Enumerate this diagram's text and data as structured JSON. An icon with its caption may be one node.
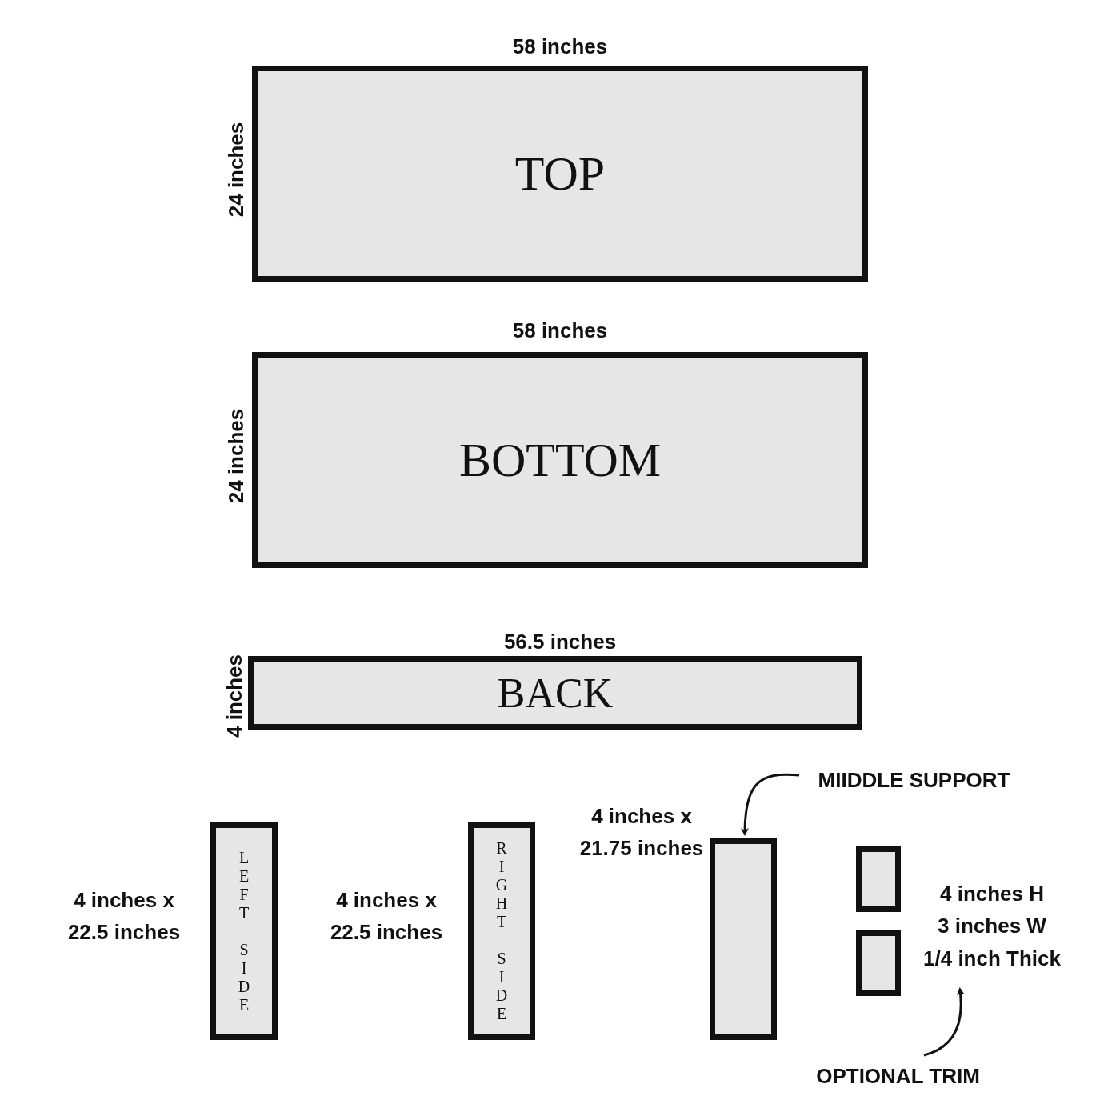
{
  "diagram": {
    "nodes": [
      {
        "text": [
          "TOP"
        ]
      },
      {
        "text": [
          "BOTTOM"
        ]
      },
      {
        "text": [
          "BACK"
        ]
      },
      {
        "text": [
          "MIIDDLE SUPPORT"
        ]
      },
      {
        "text": [
          "LEFT SIDE"
        ]
      },
      {
        "text": [
          "RIGHT SIDE"
        ]
      },
      {
        "text": [],
        "shape": "box"
      },
      {
        "text": [],
        "shape": "box"
      },
      {
        "text": [],
        "shape": "box"
      },
      {
        "text": [
          "OPTIONAL TRIM"
        ]
      }
    ],
    "edges": [
      {
        "from": 3,
        "to": 6,
        "arrow": "to"
      },
      {
        "from": 9,
        "to": null,
        "arrow": "to"
      }
    ],
    "labels": [
      "58 inches",
      "24 inches",
      "58 inches",
      "24 inches",
      "56.5 inches",
      "4 inches",
      "4 inches x 22.5 inches",
      "4 inches x 22.5 inches",
      "4 inches x 21.75 inches",
      "4 inches H",
      "3 inches W",
      "1/4 inch Thick"
    ]
  }
}
